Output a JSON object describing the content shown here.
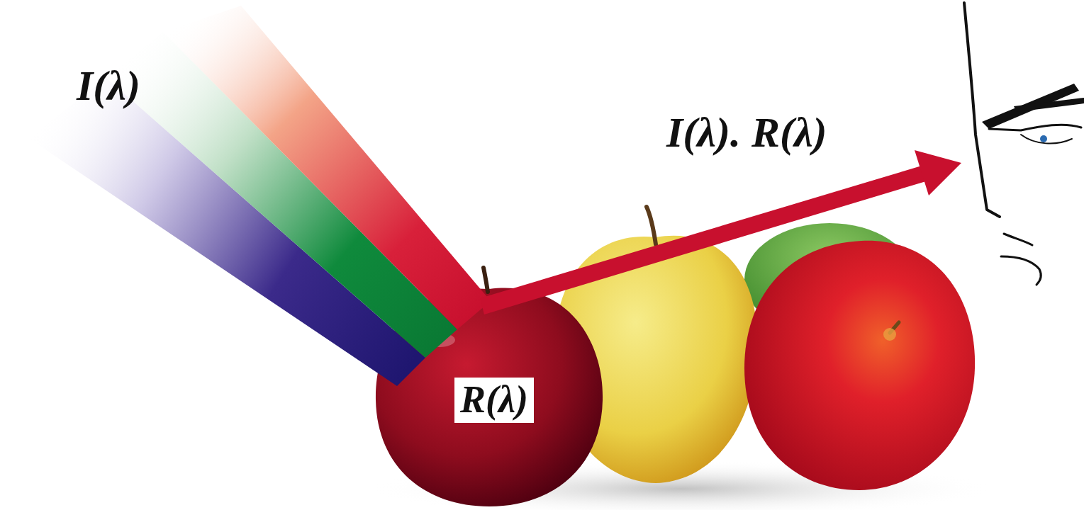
{
  "diagram": {
    "nodes": [
      {
        "text": [
          "R(λ)"
        ]
      }
    ],
    "labels": [
      "I(λ)",
      "I(λ). R(λ)"
    ]
  }
}
